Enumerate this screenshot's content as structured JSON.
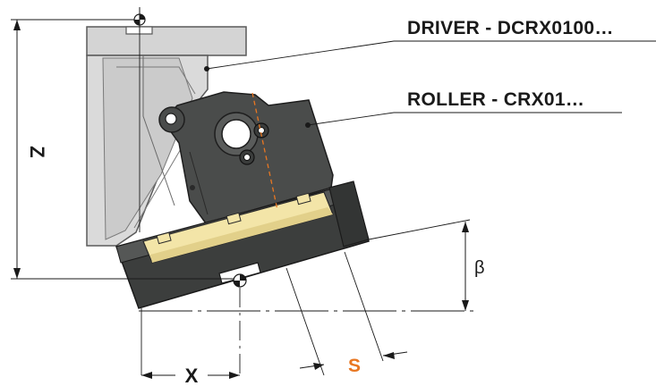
{
  "labels": {
    "driver": "DRIVER - DCRX0100…",
    "roller": "ROLLER - CRX01…",
    "z": "Z",
    "x": "X",
    "s": "S",
    "beta": "β"
  },
  "colors": {
    "driver_body": "#d4d4d4",
    "driver_edge": "#5a5a5a",
    "roller_body": "#4a4c4b",
    "roller_dark": "#2f3130",
    "roller_pad": "#f3e5a8",
    "accent_s": "#e87722",
    "axis_dashed": "#e87722",
    "dimension_line": "#1a1a1a"
  }
}
